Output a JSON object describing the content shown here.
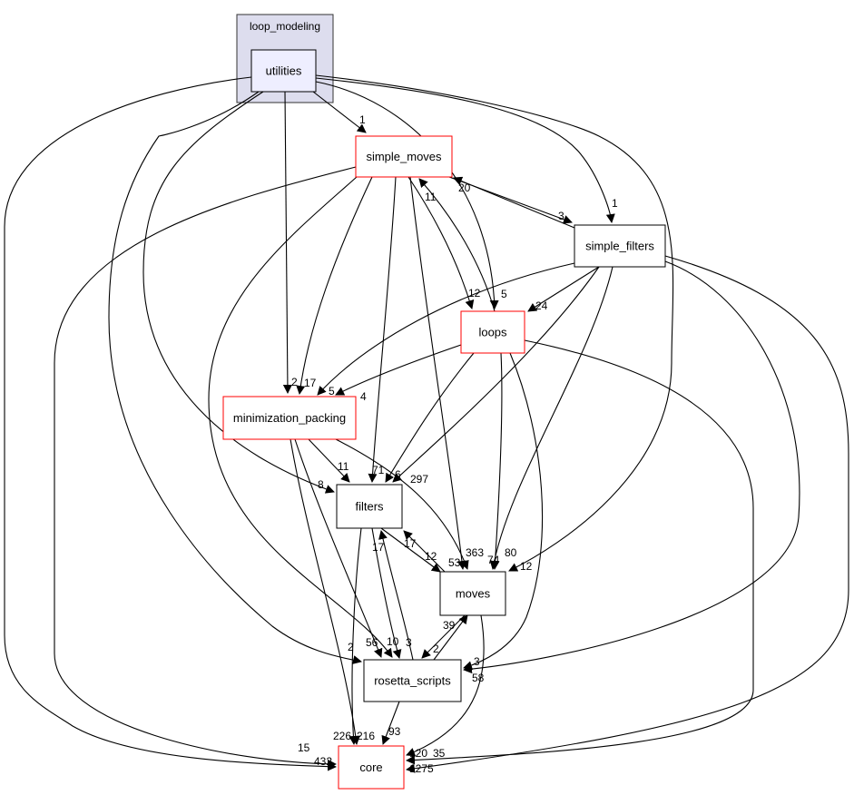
{
  "cluster": {
    "label": "loop_modeling",
    "fill": "#ddddee",
    "stroke": "#333333"
  },
  "nodes": [
    {
      "id": "utilities",
      "label": "utilities",
      "border": "#000000",
      "fill": "#eeeeff"
    },
    {
      "id": "simple_moves",
      "label": "simple_moves",
      "border": "#ff0000",
      "fill": "#ffffff"
    },
    {
      "id": "simple_filters",
      "label": "simple_filters",
      "border": "#000000",
      "fill": "#ffffff"
    },
    {
      "id": "loops",
      "label": "loops",
      "border": "#ff0000",
      "fill": "#ffffff"
    },
    {
      "id": "minimization_packing",
      "label": "minimization_packing",
      "border": "#ff0000",
      "fill": "#ffffff"
    },
    {
      "id": "filters",
      "label": "filters",
      "border": "#000000",
      "fill": "#ffffff"
    },
    {
      "id": "moves",
      "label": "moves",
      "border": "#000000",
      "fill": "#ffffff"
    },
    {
      "id": "rosetta_scripts",
      "label": "rosetta_scripts",
      "border": "#000000",
      "fill": "#ffffff"
    },
    {
      "id": "core",
      "label": "core",
      "border": "#ff0000",
      "fill": "#ffffff"
    }
  ],
  "edges": [
    {
      "from": "utilities",
      "to": "simple_moves",
      "label": "1"
    },
    {
      "from": "utilities",
      "to": "minimization_packing",
      "label": "2"
    },
    {
      "from": "utilities",
      "to": "filters",
      "label": "8"
    },
    {
      "from": "utilities",
      "to": "core",
      "label": "15"
    },
    {
      "from": "utilities",
      "to": "rosetta_scripts",
      "label": "56"
    },
    {
      "from": "utilities",
      "to": "loops",
      "label": "5"
    },
    {
      "from": "utilities",
      "to": "simple_filters",
      "label": "1"
    },
    {
      "from": "utilities",
      "to": "moves",
      "label": "12"
    },
    {
      "from": "simple_moves",
      "to": "simple_filters",
      "label": "3"
    },
    {
      "from": "simple_filters",
      "to": "simple_moves",
      "label": "20"
    },
    {
      "from": "simple_moves",
      "to": "loops",
      "label": "12"
    },
    {
      "from": "loops",
      "to": "simple_moves",
      "label": "11"
    },
    {
      "from": "simple_moves",
      "to": "minimization_packing",
      "label": "17"
    },
    {
      "from": "simple_moves",
      "to": "filters",
      "label": "71"
    },
    {
      "from": "simple_moves",
      "to": "moves",
      "label": "53"
    },
    {
      "from": "simple_moves",
      "to": "rosetta_scripts",
      "label": "10"
    },
    {
      "from": "simple_moves",
      "to": "core",
      "label": "432"
    },
    {
      "from": "simple_filters",
      "to": "loops",
      "label": "24"
    },
    {
      "from": "simple_filters",
      "to": "minimization_packing",
      "label": "5"
    },
    {
      "from": "simple_filters",
      "to": "filters",
      "label": "297"
    },
    {
      "from": "simple_filters",
      "to": "moves",
      "label": "80"
    },
    {
      "from": "simple_filters",
      "to": "rosetta_scripts",
      "label": "58"
    },
    {
      "from": "simple_filters",
      "to": "core",
      "label": "1275"
    },
    {
      "from": "loops",
      "to": "minimization_packing",
      "label": "4"
    },
    {
      "from": "loops",
      "to": "filters",
      "label": "6"
    },
    {
      "from": "loops",
      "to": "moves",
      "label": "74"
    },
    {
      "from": "loops",
      "to": "rosetta_scripts",
      "label": "3"
    },
    {
      "from": "loops",
      "to": "core",
      "label": "120"
    },
    {
      "from": "minimization_packing",
      "to": "filters",
      "label": "11"
    },
    {
      "from": "minimization_packing",
      "to": "moves",
      "label": "363"
    },
    {
      "from": "minimization_packing",
      "to": "rosetta_scripts",
      "label": "2"
    },
    {
      "from": "minimization_packing",
      "to": "core",
      "label": "226"
    },
    {
      "from": "filters",
      "to": "moves",
      "label": "12"
    },
    {
      "from": "moves",
      "to": "filters",
      "label": "17"
    },
    {
      "from": "filters",
      "to": "rosetta_scripts",
      "label": "3"
    },
    {
      "from": "rosetta_scripts",
      "to": "filters",
      "label": "17"
    },
    {
      "from": "filters",
      "to": "core",
      "label": "216"
    },
    {
      "from": "moves",
      "to": "rosetta_scripts",
      "label": "2"
    },
    {
      "from": "rosetta_scripts",
      "to": "moves",
      "label": "39"
    },
    {
      "from": "rosetta_scripts",
      "to": "core",
      "label": "93"
    },
    {
      "from": "moves",
      "to": "core",
      "label": "35"
    }
  ]
}
